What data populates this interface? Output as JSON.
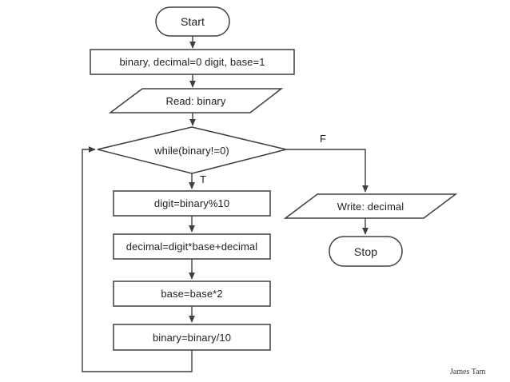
{
  "diagram": {
    "type": "flowchart",
    "nodes": [
      {
        "id": "start",
        "shape": "terminator",
        "label": "Start"
      },
      {
        "id": "init",
        "shape": "process",
        "label": "binary, decimal=0 digit, base=1"
      },
      {
        "id": "read",
        "shape": "io-parallelogram",
        "label": "Read: binary"
      },
      {
        "id": "while",
        "shape": "decision-diamond",
        "label": "while(binary!=0)"
      },
      {
        "id": "digit",
        "shape": "process",
        "label": "digit=binary%10"
      },
      {
        "id": "decimal",
        "shape": "process",
        "label": "decimal=digit*base+decimal"
      },
      {
        "id": "base",
        "shape": "process",
        "label": "base=base*2"
      },
      {
        "id": "binary",
        "shape": "process",
        "label": "binary=binary/10"
      },
      {
        "id": "write",
        "shape": "io-parallelogram",
        "label": "Write: decimal"
      },
      {
        "id": "stop",
        "shape": "terminator",
        "label": "Stop"
      }
    ],
    "branch_labels": {
      "true_label": "T",
      "false_label": "F"
    },
    "credit": "James Tam",
    "colors": {
      "line": "#3f3f3f",
      "text": "#1f1f1f",
      "background": "#ffffff"
    }
  }
}
